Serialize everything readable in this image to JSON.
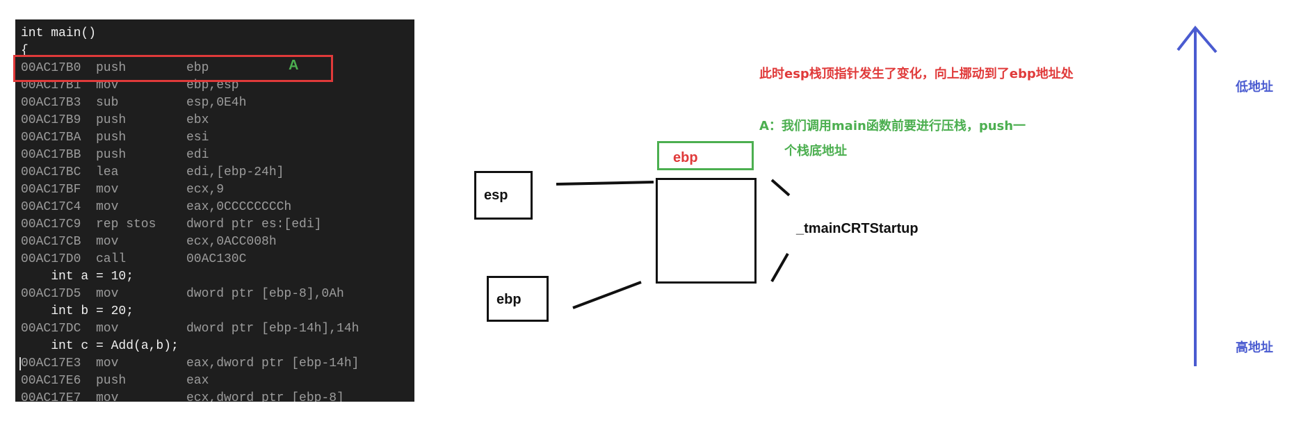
{
  "code": {
    "cutoff_text": "  — — — — — — — — — — — — — —",
    "lines": [
      {
        "kind": "source",
        "text": "int main()"
      },
      {
        "kind": "source",
        "text": "{"
      },
      {
        "kind": "asm",
        "addr": "00AC17B0",
        "mnem": "push",
        "ops": "ebp"
      },
      {
        "kind": "asm",
        "addr": "00AC17B1",
        "mnem": "mov",
        "ops": "ebp,esp"
      },
      {
        "kind": "asm",
        "addr": "00AC17B3",
        "mnem": "sub",
        "ops": "esp,0E4h"
      },
      {
        "kind": "asm",
        "addr": "00AC17B9",
        "mnem": "push",
        "ops": "ebx"
      },
      {
        "kind": "asm",
        "addr": "00AC17BA",
        "mnem": "push",
        "ops": "esi"
      },
      {
        "kind": "asm",
        "addr": "00AC17BB",
        "mnem": "push",
        "ops": "edi"
      },
      {
        "kind": "asm",
        "addr": "00AC17BC",
        "mnem": "lea",
        "ops": "edi,[ebp-24h]"
      },
      {
        "kind": "asm",
        "addr": "00AC17BF",
        "mnem": "mov",
        "ops": "ecx,9"
      },
      {
        "kind": "asm",
        "addr": "00AC17C4",
        "mnem": "mov",
        "ops": "eax,0CCCCCCCCh"
      },
      {
        "kind": "asm",
        "addr": "00AC17C9",
        "mnem": "rep stos",
        "ops": "dword ptr es:[edi]"
      },
      {
        "kind": "asm",
        "addr": "00AC17CB",
        "mnem": "mov",
        "ops": "ecx,0ACC008h"
      },
      {
        "kind": "asm",
        "addr": "00AC17D0",
        "mnem": "call",
        "ops": "00AC130C"
      },
      {
        "kind": "source",
        "text": "    int a = 10;"
      },
      {
        "kind": "asm",
        "addr": "00AC17D5",
        "mnem": "mov",
        "ops": "dword ptr [ebp-8],0Ah"
      },
      {
        "kind": "source",
        "text": "    int b = 20;"
      },
      {
        "kind": "asm",
        "addr": "00AC17DC",
        "mnem": "mov",
        "ops": "dword ptr [ebp-14h],14h"
      },
      {
        "kind": "source",
        "text": "    int c = Add(a,b);"
      },
      {
        "kind": "asm",
        "addr": "00AC17E3",
        "mnem": "mov",
        "ops": "eax,dword ptr [ebp-14h]",
        "cursor": true
      },
      {
        "kind": "asm",
        "addr": "00AC17E6",
        "mnem": "push",
        "ops": "eax"
      },
      {
        "kind": "asm",
        "addr": "00AC17E7",
        "mnem": "mov",
        "ops": "ecx,dword ptr [ebp-8]"
      }
    ],
    "highlight_label": "A"
  },
  "diagram": {
    "esp_label": "esp",
    "ebp_label": "ebp",
    "stack_top_label": "ebp",
    "frame_name": "_tmainCRTStartup"
  },
  "notes": {
    "red": "此时esp栈顶指针发生了变化，向上挪动到了ebp地址处",
    "green_line1": "A：我们调用main函数前要进行压栈，push一",
    "green_line2": "个栈底地址"
  },
  "axis": {
    "low_label": "低地址",
    "high_label": "高地址"
  },
  "colors": {
    "highlight": "#e03a3a",
    "green": "#4caf50",
    "arrow": "#4a5bd0",
    "code_bg": "#1e1e1e"
  }
}
